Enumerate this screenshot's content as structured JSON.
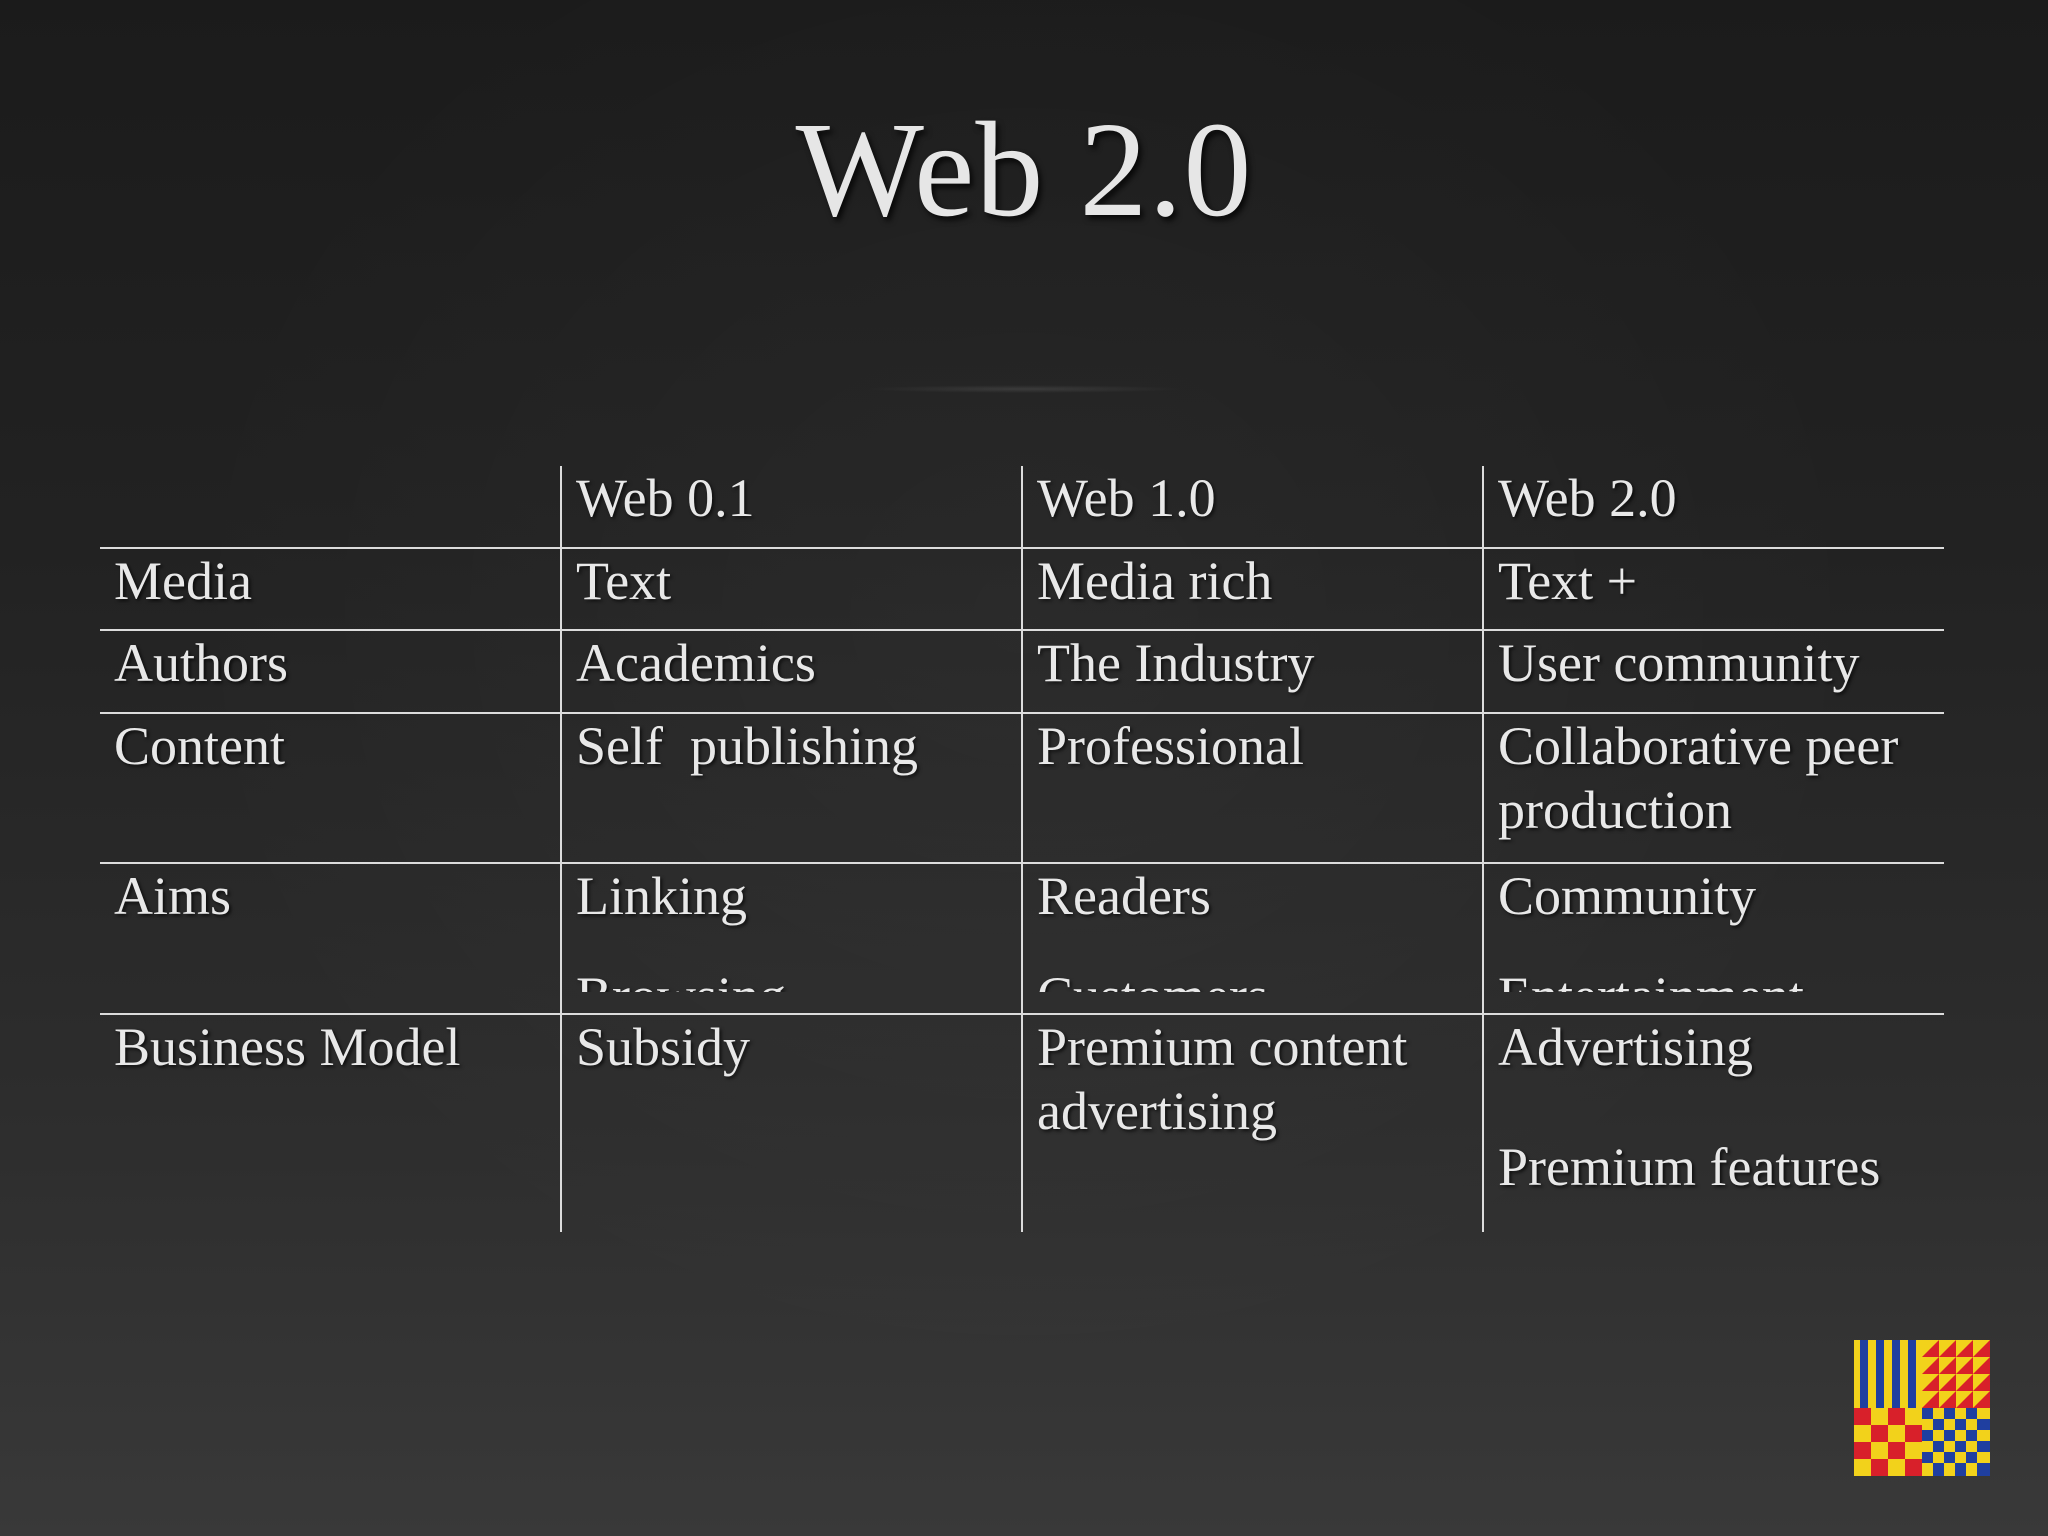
{
  "slide": {
    "title": "Web 2.0"
  },
  "table": {
    "columns": [
      "",
      "Web 0.1",
      "Web 1.0",
      "Web 2.0"
    ],
    "rows": [
      {
        "label": "Media",
        "cells": [
          "Text",
          "Media rich",
          "Text +"
        ]
      },
      {
        "label": "Authors",
        "cells": [
          "Academics",
          "The Industry",
          "User community"
        ]
      },
      {
        "label": "Content",
        "cells": [
          "Self  publishing",
          "Professional",
          "Collaborative peer production"
        ]
      },
      {
        "label": "Aims",
        "cells": [
          "Linking",
          "Readers",
          "Community"
        ],
        "overflow_cells": [
          "Browsing",
          "Customers",
          "Entertainment"
        ]
      },
      {
        "label": "Business Model",
        "cells": [
          "Subsidy",
          "Premium content advertising",
          "Advertising"
        ],
        "extra_cell": "Premium features"
      }
    ]
  },
  "logo": {
    "icon": "university-crest-icon",
    "colors": {
      "yellow": "#f2d21b",
      "blue": "#1f3fa0",
      "red": "#d8202a"
    }
  }
}
